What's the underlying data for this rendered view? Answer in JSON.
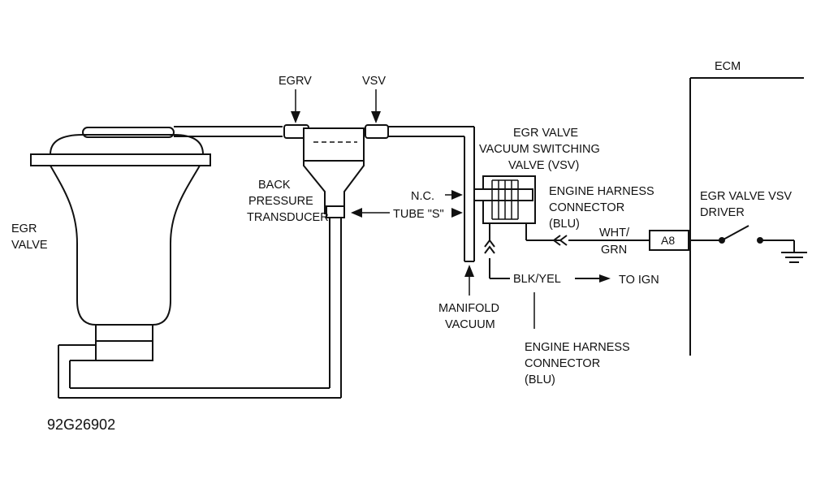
{
  "labels": {
    "egrv": "EGRV",
    "vsv": "VSV",
    "ecm": "ECM",
    "egr_valve_line1": "EGR",
    "egr_valve_line2": "VALVE",
    "bpt_line1": "BACK",
    "bpt_line2": "PRESSURE",
    "bpt_line3": "TRANSDUCER",
    "nc": "N.C.",
    "tube_s": "TUBE \"S\"",
    "vsv_title_line1": "EGR VALVE",
    "vsv_title_line2": "VACUUM SWITCHING",
    "vsv_title_line3": "VALVE (VSV)",
    "conn1_line1": "ENGINE HARNESS",
    "conn1_line2": "CONNECTOR",
    "conn1_line3": "(BLU)",
    "wire1_line1": "WHT/",
    "wire1_line2": "GRN",
    "pin": "A8",
    "driver_line1": "EGR VALVE VSV",
    "driver_line2": "DRIVER",
    "wire2": "BLK/YEL",
    "to_ign": "TO IGN",
    "manifold_line1": "MANIFOLD",
    "manifold_line2": "VACUUM",
    "conn2_line1": "ENGINE HARNESS",
    "conn2_line2": "CONNECTOR",
    "conn2_line3": "(BLU)",
    "figure_code": "92G26902"
  }
}
